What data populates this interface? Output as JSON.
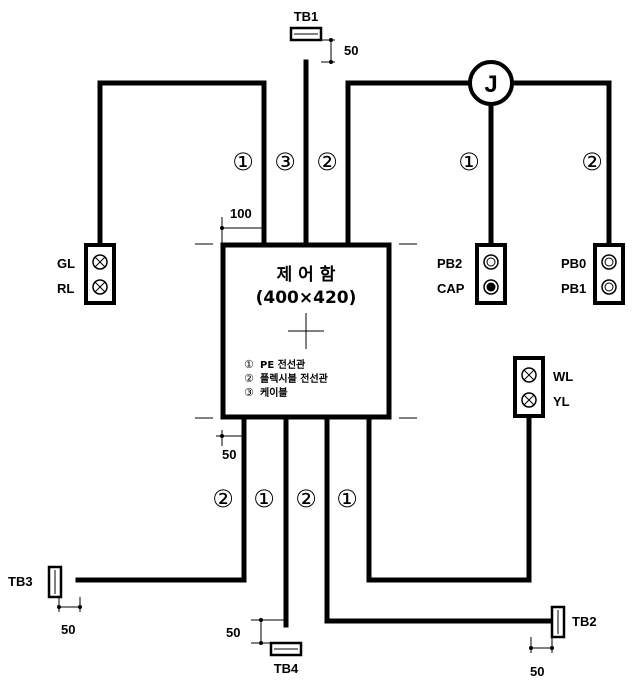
{
  "control_box": {
    "title": "제 어 함",
    "size": "(400×420)",
    "legend": [
      {
        "num": "①",
        "text": "PE 전선관"
      },
      {
        "num": "②",
        "text": "플렉시블 전선관"
      },
      {
        "num": "③",
        "text": "케이블"
      }
    ]
  },
  "junction": {
    "label": "J"
  },
  "terminals": {
    "tb1": "TB1",
    "tb2": "TB2",
    "tb3": "TB3",
    "tb4": "TB4"
  },
  "devices": {
    "gl": "GL",
    "rl": "RL",
    "pb2": "PB2",
    "cap": "CAP",
    "pb0": "PB0",
    "pb1": "PB1",
    "wl": "WL",
    "yl": "YL"
  },
  "wire_markers": {
    "top_left": "①",
    "top_mid": "③",
    "top_right": "②",
    "j_left": "①",
    "j_right": "②",
    "bot_1": "②",
    "bot_2": "①",
    "bot_3": "②",
    "bot_4": "①"
  },
  "dimensions": {
    "tb1": "50",
    "box_top": "100",
    "box_bottom": "50",
    "tb3": "50",
    "tb4": "50",
    "tb2": "50"
  }
}
